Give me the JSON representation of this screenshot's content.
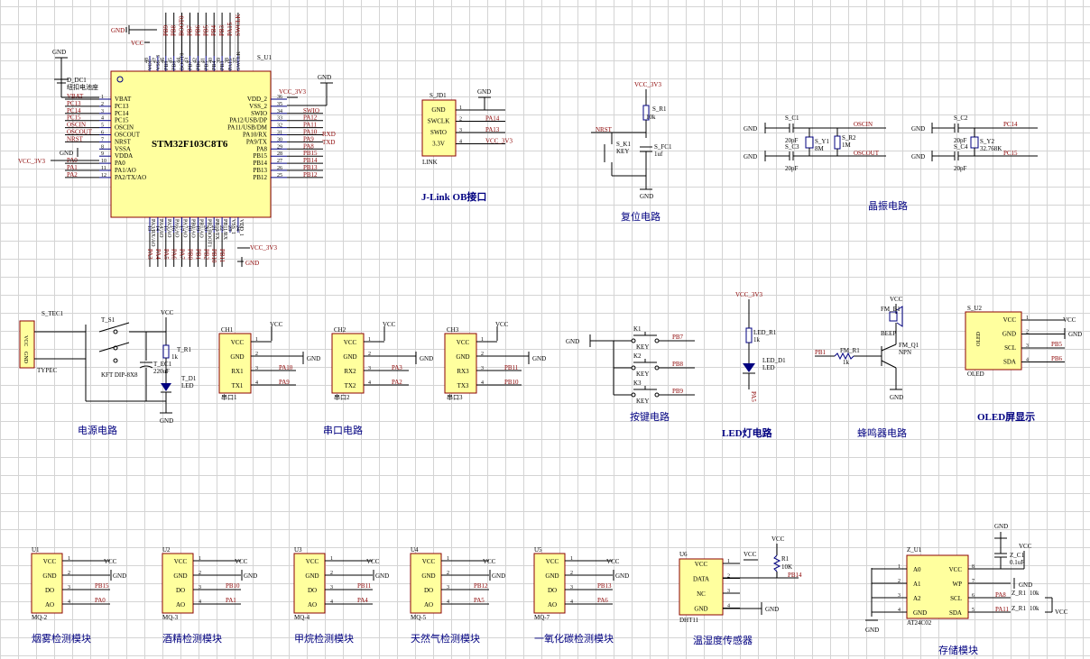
{
  "mcu": {
    "ref": "S_U1",
    "part": "STM32F103C8T6",
    "top_pins": [
      "VCC",
      "VSS_3",
      "PB9",
      "PB8",
      "BOOT0",
      "PB7",
      "PB6",
      "PB5",
      "PB4",
      "PB3",
      "PA15",
      "SWCLK"
    ],
    "top_nums": [
      "48",
      "47",
      "46",
      "45",
      "44",
      "43",
      "42",
      "41",
      "40",
      "39",
      "38",
      "37"
    ],
    "top_nets": [
      "PB9",
      "PB8",
      "BOOT0",
      "PB7",
      "PB6",
      "PB5",
      "PB4",
      "PB3",
      "PA15",
      "SWCLK"
    ],
    "left_pins": [
      "VBAT",
      "PC13",
      "PC14",
      "PC15",
      "OSCIN",
      "OSCOUT",
      "NRST",
      "VSSA",
      "VDDA",
      "PA0",
      "PA1/AO",
      "PA2/TX/AO"
    ],
    "left_nums": [
      "1",
      "2",
      "3",
      "4",
      "5",
      "6",
      "7",
      "8",
      "9",
      "10",
      "11",
      "12"
    ],
    "left_nets": [
      "VBAT",
      "PC13",
      "PC14",
      "PC15",
      "OSCIN",
      "OSCOUT",
      "NRST",
      "",
      "",
      "PA0",
      "PA1",
      "PA2"
    ],
    "right_pins": [
      "VDD_2",
      "VSS_2",
      "SWIO",
      "PA12/USB/DP",
      "PA11/USB/DM",
      "PA10/RX",
      "PA9/TX",
      "PA8",
      "PB15",
      "PB14",
      "PB13",
      "PB12"
    ],
    "right_nums": [
      "36",
      "35",
      "34",
      "33",
      "32",
      "31",
      "30",
      "29",
      "28",
      "27",
      "26",
      "25"
    ],
    "right_nets": [
      "",
      "",
      "SWIO",
      "PA12",
      "PA11",
      "PA10",
      "PA9",
      "PA8",
      "PB15",
      "PB14",
      "PB13",
      "PB12"
    ],
    "bottom_pins": [
      "PA3/RX/AO",
      "PA4/AO",
      "PA5/AO",
      "PA6/AO",
      "PA7/AO",
      "PB0/AO",
      "PB1/AO",
      "PB2/BOOT1",
      "PB10/TX",
      "PB11/RX",
      "VSS_1",
      "VDD_1"
    ],
    "bottom_nums": [
      "13",
      "14",
      "15",
      "16",
      "17",
      "18",
      "19",
      "20",
      "21",
      "22",
      "23",
      "24"
    ],
    "bottom_nets": [
      "PA3",
      "PA4",
      "PA5",
      "PA6",
      "PA7",
      "PB0",
      "PB1",
      "PB2",
      "PB10",
      "PB11"
    ],
    "battery_ref": "D_DC1",
    "battery_label": "纽扣电池座",
    "rxd": "RXD",
    "txd": "TXD"
  },
  "nets": {
    "gnd": "GND",
    "vcc": "VCC",
    "vcc33": "VCC_3V3"
  },
  "jlink": {
    "ref": "S_JD1",
    "pins": [
      "GND",
      "SWCLK",
      "SWIO",
      "3.3V"
    ],
    "nums": [
      "1",
      "2",
      "3",
      "4"
    ],
    "nets": [
      "",
      "PA14",
      "PA13",
      "VCC_3V3"
    ],
    "label": "LINK",
    "caption": "J-Link OB接口"
  },
  "reset": {
    "r_ref": "S_R1",
    "r_val": "10k",
    "k_ref": "S_K1",
    "k_val": "KEY",
    "c_ref": "S_FC1",
    "c_val": "1uf",
    "nrst": "NRST",
    "caption": "复位电路"
  },
  "crystal": {
    "c1": "S_C1",
    "c3": "S_C3",
    "y1": "S_Y1",
    "y1_val": "8M",
    "r2": "S_R2",
    "r2_val": "1M",
    "c_val": "20pF",
    "oscin": "OSCIN",
    "oscout": "OSCOUT",
    "c2": "S_C2",
    "c4": "S_C4",
    "y2": "S_Y2",
    "y2_val": "32.768K",
    "pc14": "PC14",
    "pc15": "PC15",
    "caption": "晶振电路"
  },
  "power": {
    "ref": "S_TEC1",
    "type": "TYPEC",
    "vcc": "VCC",
    "gnd": "GND",
    "sw_ref": "T_S1",
    "sw_val": "KFT DIP-8X8",
    "r_ref": "T_R1",
    "r_val": "1k",
    "c_ref": "T_EC1",
    "c_val": "220uF",
    "d_ref": "T_D1",
    "d_val": "LED",
    "caption": "电源电路"
  },
  "serial": {
    "pins": [
      "VCC",
      "GND",
      "RX1",
      "TX1"
    ],
    "pins2": [
      "VCC",
      "GND",
      "RX2",
      "TX2"
    ],
    "pins3": [
      "VCC",
      "GND",
      "RX3",
      "TX3"
    ],
    "nums": [
      "1",
      "2",
      "3",
      "4"
    ],
    "ch": [
      "CH1",
      "CH2",
      "CH3"
    ],
    "labels": [
      "串口1",
      "串口2",
      "串口3"
    ],
    "rx": [
      "PA10",
      "PA3",
      "PB11"
    ],
    "tx": [
      "PA9",
      "PA2",
      "PB10"
    ],
    "caption": "串口电路"
  },
  "keys": {
    "refs": [
      "K1",
      "K2",
      "K3"
    ],
    "val": "KEY",
    "nets": [
      "PB7",
      "PB8",
      "PB9"
    ],
    "caption": "按键电路"
  },
  "led": {
    "r_ref": "LED_R1",
    "r_val": "1k",
    "d_ref": "LED_D1",
    "d_val": "LED",
    "net": "PA5",
    "caption": "LED灯电路"
  },
  "buzzer": {
    "b_ref": "FM_B1",
    "b_val": "BEEP",
    "r_ref": "FM_R1",
    "r_val": "1k",
    "q_ref": "FM_Q1",
    "q_val": "NPN",
    "net": "PB1",
    "caption": "蜂鸣器电路"
  },
  "oled": {
    "ref": "S_U2",
    "pins": [
      "VCC",
      "GND",
      "SCL",
      "SDA"
    ],
    "nums": [
      "1",
      "2",
      "3",
      "4"
    ],
    "nets": [
      "",
      "",
      "PB5",
      "PB6"
    ],
    "label": "OLED",
    "inner": "OLED",
    "caption": "OLED屏显示"
  },
  "sensors": [
    {
      "ref": "U1",
      "model": "MQ-2",
      "ao": "PA0",
      "do": "PB15",
      "caption": "烟雾检测模块"
    },
    {
      "ref": "U2",
      "model": "MQ-3",
      "ao": "PA1",
      "do": "PB10",
      "caption": "酒精检测模块"
    },
    {
      "ref": "U3",
      "model": "MQ-4",
      "ao": "PA4",
      "do": "PB11",
      "caption": "甲烷检测模块"
    },
    {
      "ref": "U4",
      "model": "MQ-5",
      "ao": "PA5",
      "do": "PB12",
      "caption": "天然气检测模块"
    },
    {
      "ref": "U5",
      "model": "MQ-7",
      "ao": "PA6",
      "do": "PB13",
      "caption": "一氧化碳检测模块"
    }
  ],
  "sensor_pins": [
    "VCC",
    "GND",
    "DO",
    "AO"
  ],
  "dht": {
    "ref": "U6",
    "model": "DHT11",
    "pins": [
      "VCC",
      "DATA",
      "NC",
      "GND"
    ],
    "nums": [
      "1",
      "2",
      "3",
      "4"
    ],
    "r_ref": "R1",
    "r_val": "10K",
    "net": "PB14",
    "caption": "温湿度传感器"
  },
  "eeprom": {
    "ref": "Z_U1",
    "model": "AT24C02",
    "lpins": [
      "A0",
      "A1",
      "A2",
      "GND"
    ],
    "lnums": [
      "1",
      "2",
      "3",
      "4"
    ],
    "rpins": [
      "VCC",
      "WP",
      "SCL",
      "SDA"
    ],
    "rnums": [
      "8",
      "7",
      "6",
      "5"
    ],
    "c_ref": "Z_C1",
    "c_val": "0.1uF",
    "r_ref": "Z_R1",
    "r_val": "10k",
    "scl": "PA8",
    "sda": "PA11",
    "caption": "存储模块"
  }
}
